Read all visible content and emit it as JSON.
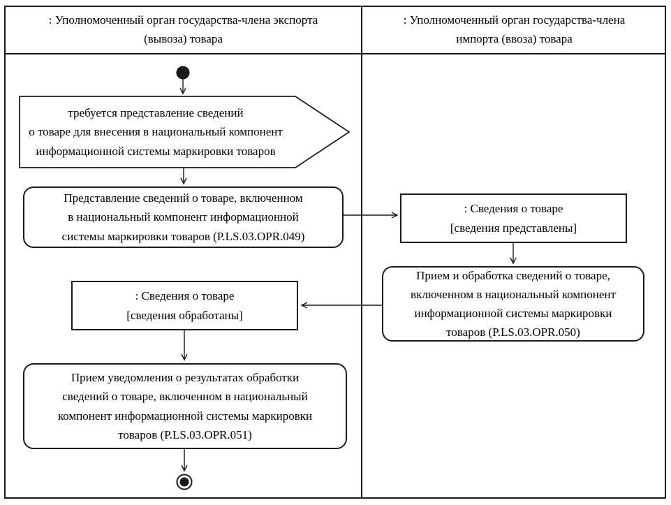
{
  "diagram": {
    "type": "uml-activity-swimlane",
    "lanes": {
      "export": {
        "title": ": Уполномоченный орган государства-члена экспорта\n(вывоза) товара"
      },
      "import": {
        "title": ": Уполномоченный орган государства-члена\nимпорта (ввоза) товара"
      }
    },
    "nodes": {
      "start": {
        "type": "initial-node"
      },
      "signal_trigger": {
        "type": "send-signal",
        "lane": "export",
        "label": "требуется представление сведений\nо товаре для внесения в национальный компонент\nинформационной системы маркировки товаров"
      },
      "activity_049": {
        "type": "activity",
        "lane": "export",
        "label": "Представление сведений о товаре, включенном\nв национальный компонент информационной\nсистемы маркировки товаров (P.LS.03.OPR.049)",
        "operation_code": "P.LS.03.OPR.049"
      },
      "object_presented": {
        "type": "object",
        "lane": "import",
        "label": ": Сведения о товаре\n[сведения представлены]",
        "state": "сведения представлены"
      },
      "activity_050": {
        "type": "activity",
        "lane": "import",
        "label": "Прием и обработка сведений о товаре,\nвключенном в национальный компонент\nинформационной системы маркировки\nтоваров (P.LS.03.OPR.050)",
        "operation_code": "P.LS.03.OPR.050"
      },
      "object_processed": {
        "type": "object",
        "lane": "export",
        "label": ": Сведения о товаре\n[сведения обработаны]",
        "state": "сведения обработаны"
      },
      "activity_051": {
        "type": "activity",
        "lane": "export",
        "label": "Прием уведомления о результатах обработки\nсведений о товаре, включенном в национальный\nкомпонент информационной системы маркировки\nтоваров (P.LS.03.OPR.051)",
        "operation_code": "P.LS.03.OPR.051"
      },
      "final": {
        "type": "final-node"
      }
    },
    "edges": [
      {
        "from": "start",
        "to": "signal_trigger"
      },
      {
        "from": "signal_trigger",
        "to": "activity_049"
      },
      {
        "from": "activity_049",
        "to": "object_presented"
      },
      {
        "from": "object_presented",
        "to": "activity_050"
      },
      {
        "from": "activity_050",
        "to": "object_processed"
      },
      {
        "from": "object_processed",
        "to": "activity_051"
      },
      {
        "from": "activity_051",
        "to": "final"
      }
    ],
    "colors": {
      "line": "#1a1a1a",
      "text": "#000000",
      "background": "#ffffff"
    }
  }
}
